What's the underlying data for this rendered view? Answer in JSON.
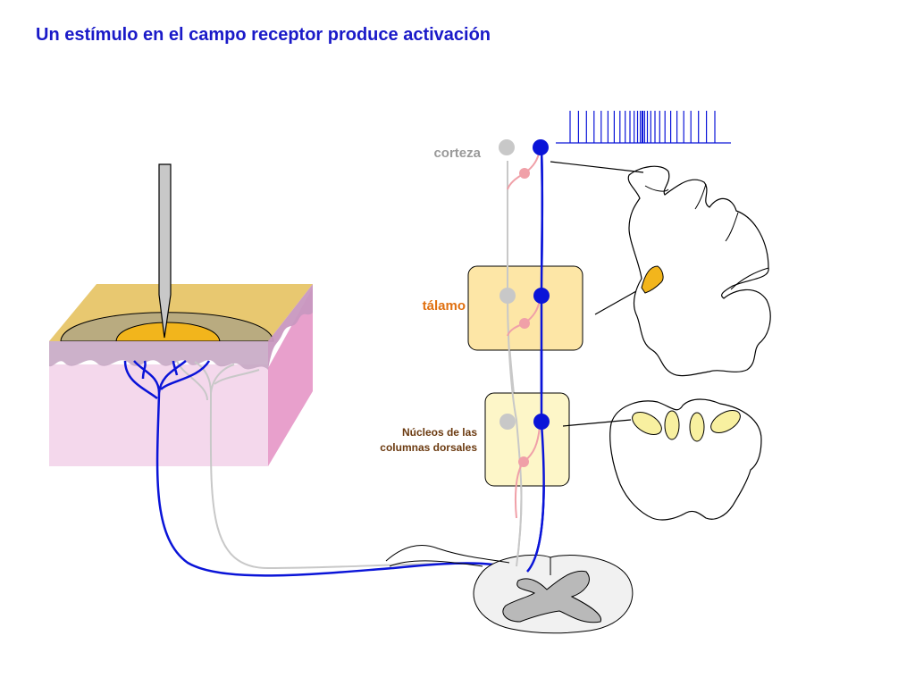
{
  "title": "Un estímulo en el campo receptor produce activación",
  "labels": {
    "cortex": "corteza",
    "thalamus": "tálamo",
    "dorsal_nuclei_line1": "Núcleos de las",
    "dorsal_nuclei_line2": "columnas dorsales"
  },
  "colors": {
    "title": "#1a1ac8",
    "active_path": "#0a14d8",
    "inactive_path": "#c8c8c8",
    "synapse": "#f0a0a8",
    "cortex_label": "#9a9a9a",
    "thalamus_label": "#e07010",
    "dorsal_label": "#6b3a10",
    "thalamus_box": "#fde6a6",
    "dorsal_box": "#fdf6c8",
    "highlight": "#f2b51c",
    "skin_epidermis": "#e8c870",
    "skin_dermis": "#f4d8ec",
    "skin_side": "#e8a0cc"
  },
  "spike_train": {
    "spike_count": 28
  }
}
